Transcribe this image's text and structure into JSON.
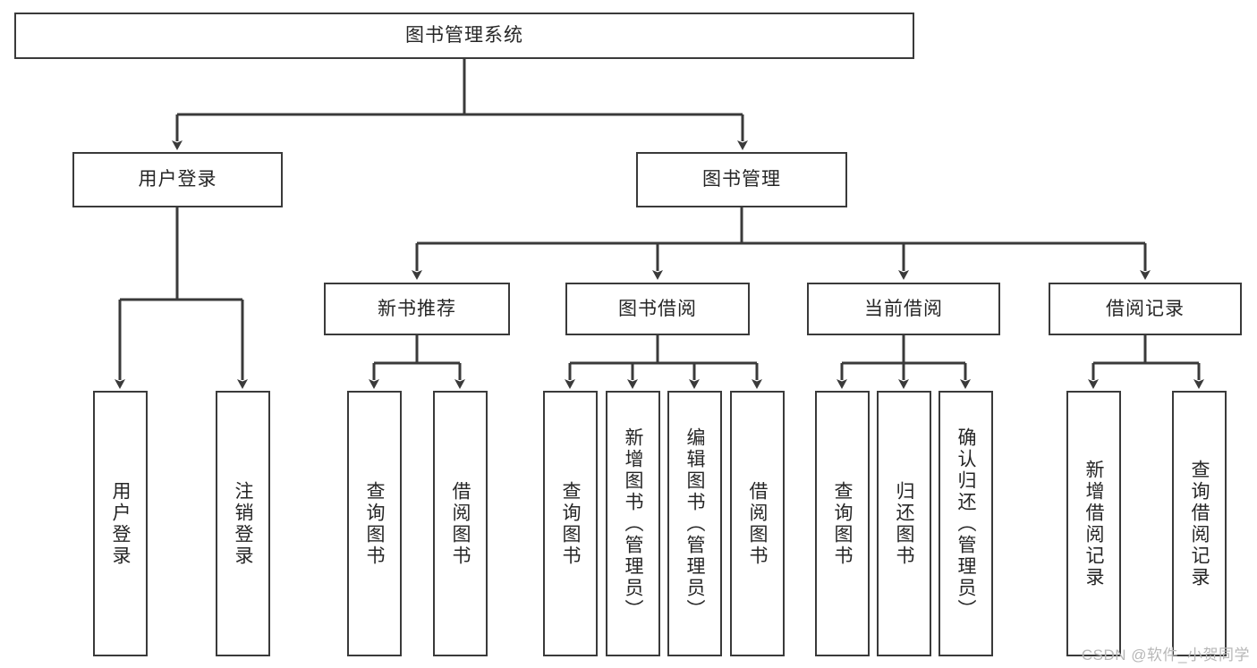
{
  "diagram": {
    "type": "tree",
    "title_node": {
      "label": "图书管理系统"
    },
    "level2": [
      {
        "label": "用户登录"
      },
      {
        "label": "图书管理"
      }
    ],
    "level3": [
      {
        "label": "新书推荐"
      },
      {
        "label": "图书借阅"
      },
      {
        "label": "当前借阅"
      },
      {
        "label": "借阅记录"
      }
    ],
    "leaves": {
      "user_login": [
        {
          "label": "用户登录"
        },
        {
          "label": "注销登录"
        }
      ],
      "new_book_recommend": [
        {
          "label": "查询图书"
        },
        {
          "label": "借阅图书"
        }
      ],
      "book_borrow": [
        {
          "label": "查询图书"
        },
        {
          "label": "新增图书（管理员）"
        },
        {
          "label": "编辑图书（管理员）"
        },
        {
          "label": "借阅图书"
        }
      ],
      "current_borrow": [
        {
          "label": "查询图书"
        },
        {
          "label": "归还图书"
        },
        {
          "label": "确认归还（管理员）"
        }
      ],
      "borrow_record": [
        {
          "label": "新增借阅记录"
        },
        {
          "label": "查询借阅记录"
        }
      ]
    }
  },
  "watermark": {
    "text": "CSDN @软件_小贺同学"
  },
  "colors": {
    "border": "#3a3a3a",
    "text": "#262626",
    "background": "#ffffff",
    "watermark": "#b7b7b7"
  }
}
